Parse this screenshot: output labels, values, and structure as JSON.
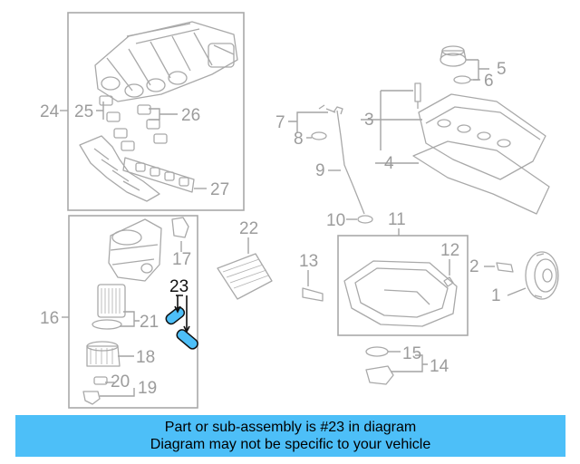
{
  "callouts": {
    "c1": "1",
    "c2": "2",
    "c3": "3",
    "c4": "4",
    "c5": "5",
    "c6": "6",
    "c7": "7",
    "c8": "8",
    "c9": "9",
    "c10": "10",
    "c11": "11",
    "c12": "12",
    "c13": "13",
    "c14": "14",
    "c15": "15",
    "c16": "16",
    "c17": "17",
    "c18": "18",
    "c19": "19",
    "c20": "20",
    "c21": "21",
    "c22": "22",
    "c23": "23",
    "c24": "24",
    "c25": "25",
    "c26": "26",
    "c27": "27"
  },
  "highlighted_part": "23",
  "colors": {
    "banner": "#4dbff8",
    "highlight": "#4dbff8",
    "part_lines": "#a9a9a9",
    "callout_text": "#9c9c9c"
  },
  "banner": {
    "line1": "Part or sub-assembly is #23 in diagram",
    "line2": "Diagram may not be specific to your vehicle"
  }
}
